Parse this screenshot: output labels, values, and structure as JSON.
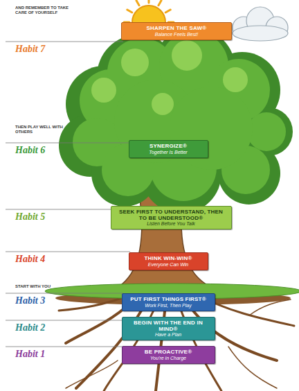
{
  "diagram": {
    "nodes": [
      {
        "text": [
          "SHARPEN THE SAW®",
          "Balance Feels Best!"
        ]
      },
      {
        "text": [
          "SYNERGIZE®",
          "Together Is Better"
        ]
      },
      {
        "text": [
          "SEEK FIRST TO UNDERSTAND, THEN TO BE UNDERSTOOD®",
          "Listen Before You Talk"
        ]
      },
      {
        "text": [
          "THINK WIN-WIN®",
          "Everyone Can Win"
        ]
      },
      {
        "text": [
          "PUT FIRST THINGS FIRST®",
          "Work First, Then Play"
        ]
      },
      {
        "text": [
          "BEGIN WITH THE END IN MIND®",
          "Have a Plan"
        ]
      },
      {
        "text": [
          "BE PROACTIVE®",
          "You're in Charge"
        ]
      }
    ],
    "labels": [
      "AND REMEMBER TO TAKE CARE OF YOURSELF",
      "Habit 7",
      "THEN PLAY WELL WITH OTHERS",
      "Habit 6",
      "Habit 5",
      "Habit 4",
      "START WITH YOU",
      "Habit 3",
      "Habit 2",
      "Habit 1"
    ]
  }
}
